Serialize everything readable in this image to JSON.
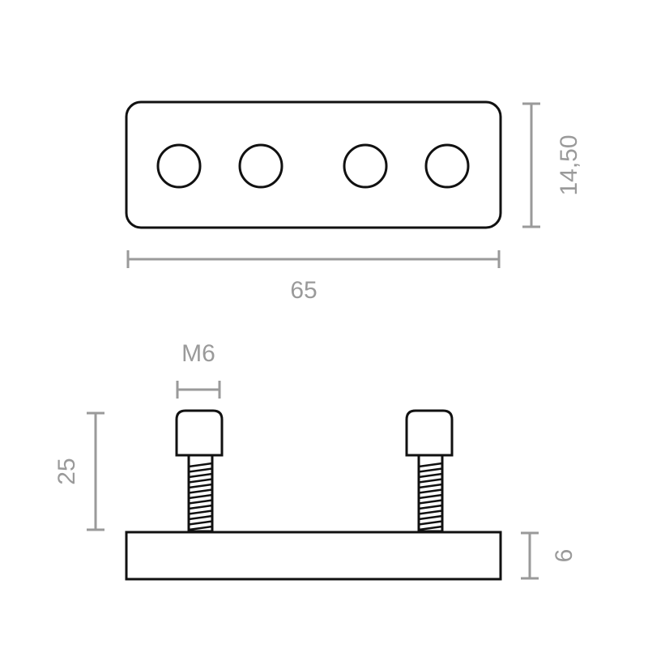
{
  "colors": {
    "outline": "#111111",
    "dimension": "#9a9a9a"
  },
  "top_view": {
    "holes": 4
  },
  "dimensions": {
    "height_top": "14,50",
    "width": "65",
    "thread": "M6",
    "screw_height": "25",
    "plate_thickness": "6"
  }
}
